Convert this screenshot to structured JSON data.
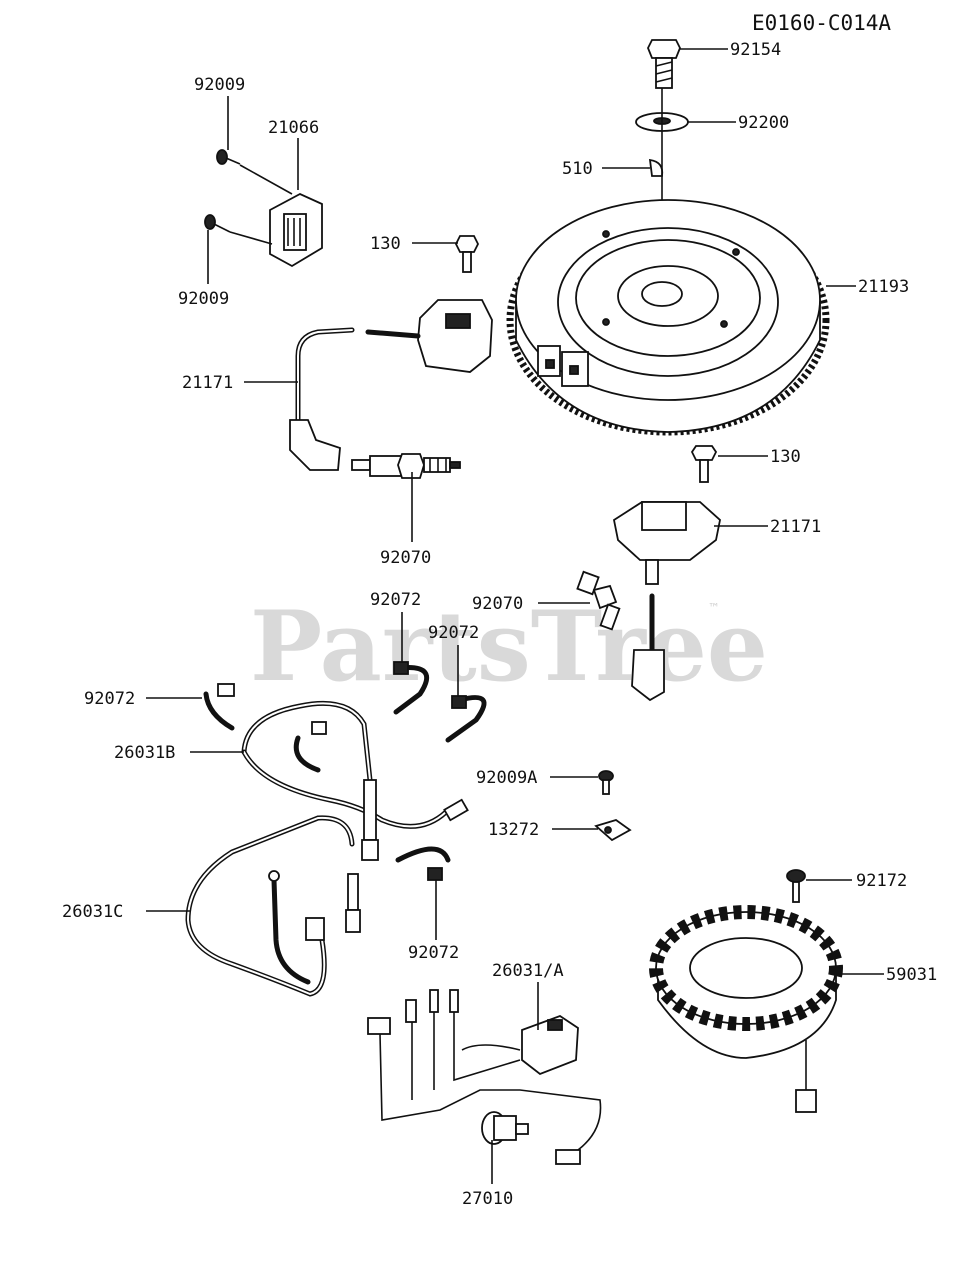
{
  "diagram_ref": "E0160-C014A",
  "watermark": "PartsTree",
  "trademark": "™",
  "labels": {
    "p92154": "92154",
    "p92200": "92200",
    "p510": "510",
    "p21193": "21193",
    "p130_top": "130",
    "p130_right": "130",
    "p92009_top": "92009",
    "p21066": "21066",
    "p92009_bottom": "92009",
    "p21171_left": "21171",
    "p21171_right": "21171",
    "p92070_left": "92070",
    "p92070_mid": "92070",
    "p92072_a": "92072",
    "p92072_b": "92072",
    "p92072_c": "92072",
    "p92072_d": "92072",
    "p26031B": "26031B",
    "p26031C": "26031C",
    "p26031A": "26031/A",
    "p92009A": "92009A",
    "p13272": "13272",
    "p92172": "92172",
    "p59031": "59031",
    "p27010": "27010"
  }
}
